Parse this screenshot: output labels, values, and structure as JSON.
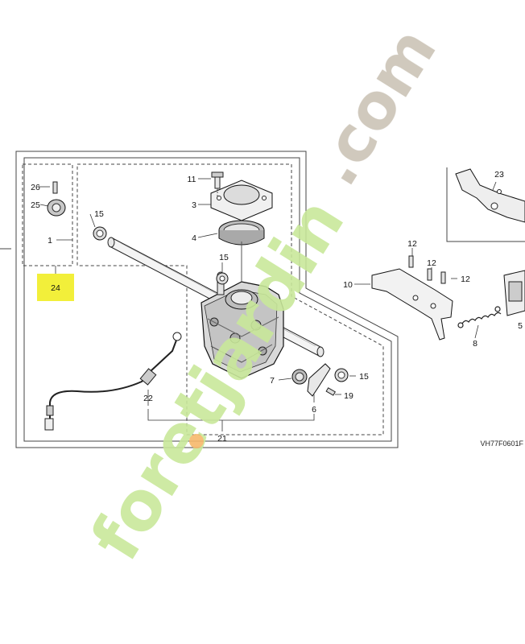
{
  "diagram": {
    "figure_code": "VH77F0601F",
    "highlight_color": "#f2ef3a",
    "part_labels": {
      "p1": "1",
      "p3": "3",
      "p4": "4",
      "p5": "5",
      "p6": "6",
      "p7": "7",
      "p8": "8",
      "p10": "10",
      "p11": "11",
      "p12a": "12",
      "p12b": "12",
      "p12c": "12",
      "p15a": "15",
      "p15b": "15",
      "p15c": "15",
      "p19": "19",
      "p21": "21",
      "p22": "22",
      "p23": "23",
      "p24": "24",
      "p25": "25",
      "p26": "26"
    }
  },
  "watermark": {
    "text_green": "foretjardin",
    "text_grey": ".com",
    "color_green": "#c9e89a",
    "color_orange": "#f6b86a",
    "color_grey": "#cbc3b6"
  }
}
